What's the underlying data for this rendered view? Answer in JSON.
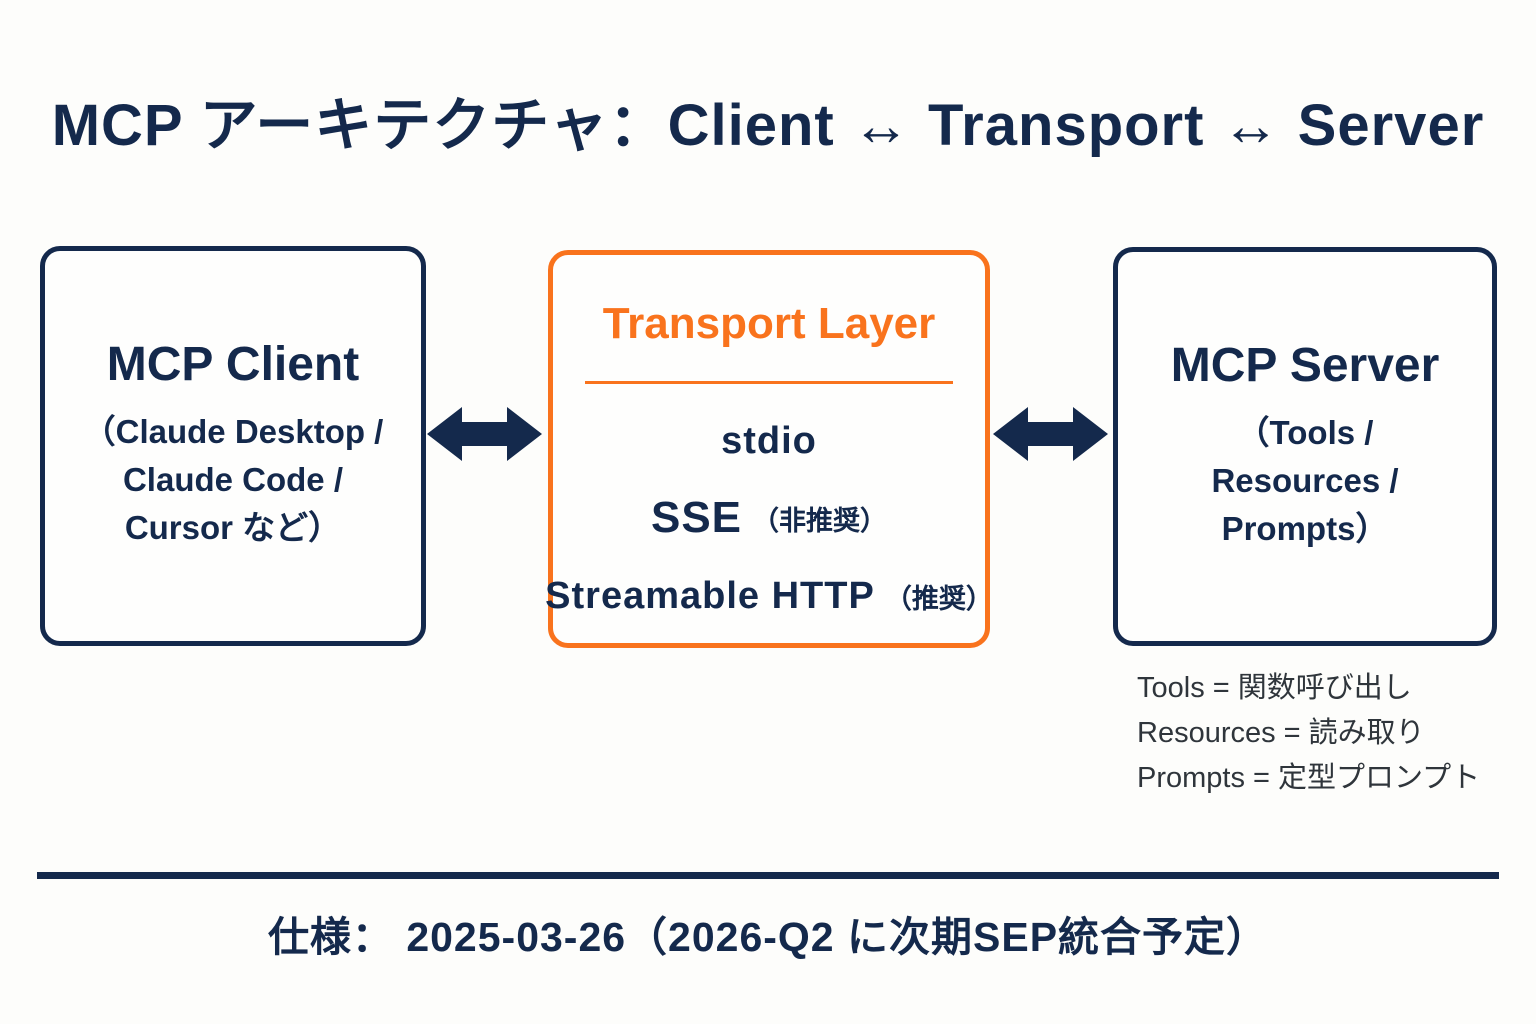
{
  "colors": {
    "navy": "#14294C",
    "orange": "#F9731D",
    "legend_gray": "#2F353B",
    "background": "#FDFDFB"
  },
  "title": "MCP アーキテクチャ：Client ↔ Transport ↔ Server",
  "client_box": {
    "title": "MCP Client",
    "lines": [
      "（Claude Desktop /",
      "Claude Code /",
      "Cursor など）"
    ]
  },
  "transport_box": {
    "title": "Transport Layer",
    "items": [
      {
        "main": "stdio",
        "note": ""
      },
      {
        "main": "SSE",
        "note": "（非推奨）"
      },
      {
        "main": "Streamable HTTP",
        "note": "（推奨）"
      }
    ]
  },
  "server_box": {
    "title": "MCP Server",
    "lines": [
      "（Tools /",
      "Resources /",
      "Prompts）"
    ]
  },
  "legend": {
    "lines": [
      "Tools = 関数呼び出し",
      "Resources = 読み取り",
      "Prompts = 定型プロンプト"
    ]
  },
  "footer": "仕様： 2025-03-26（2026-Q2 に次期SEP統合予定）"
}
